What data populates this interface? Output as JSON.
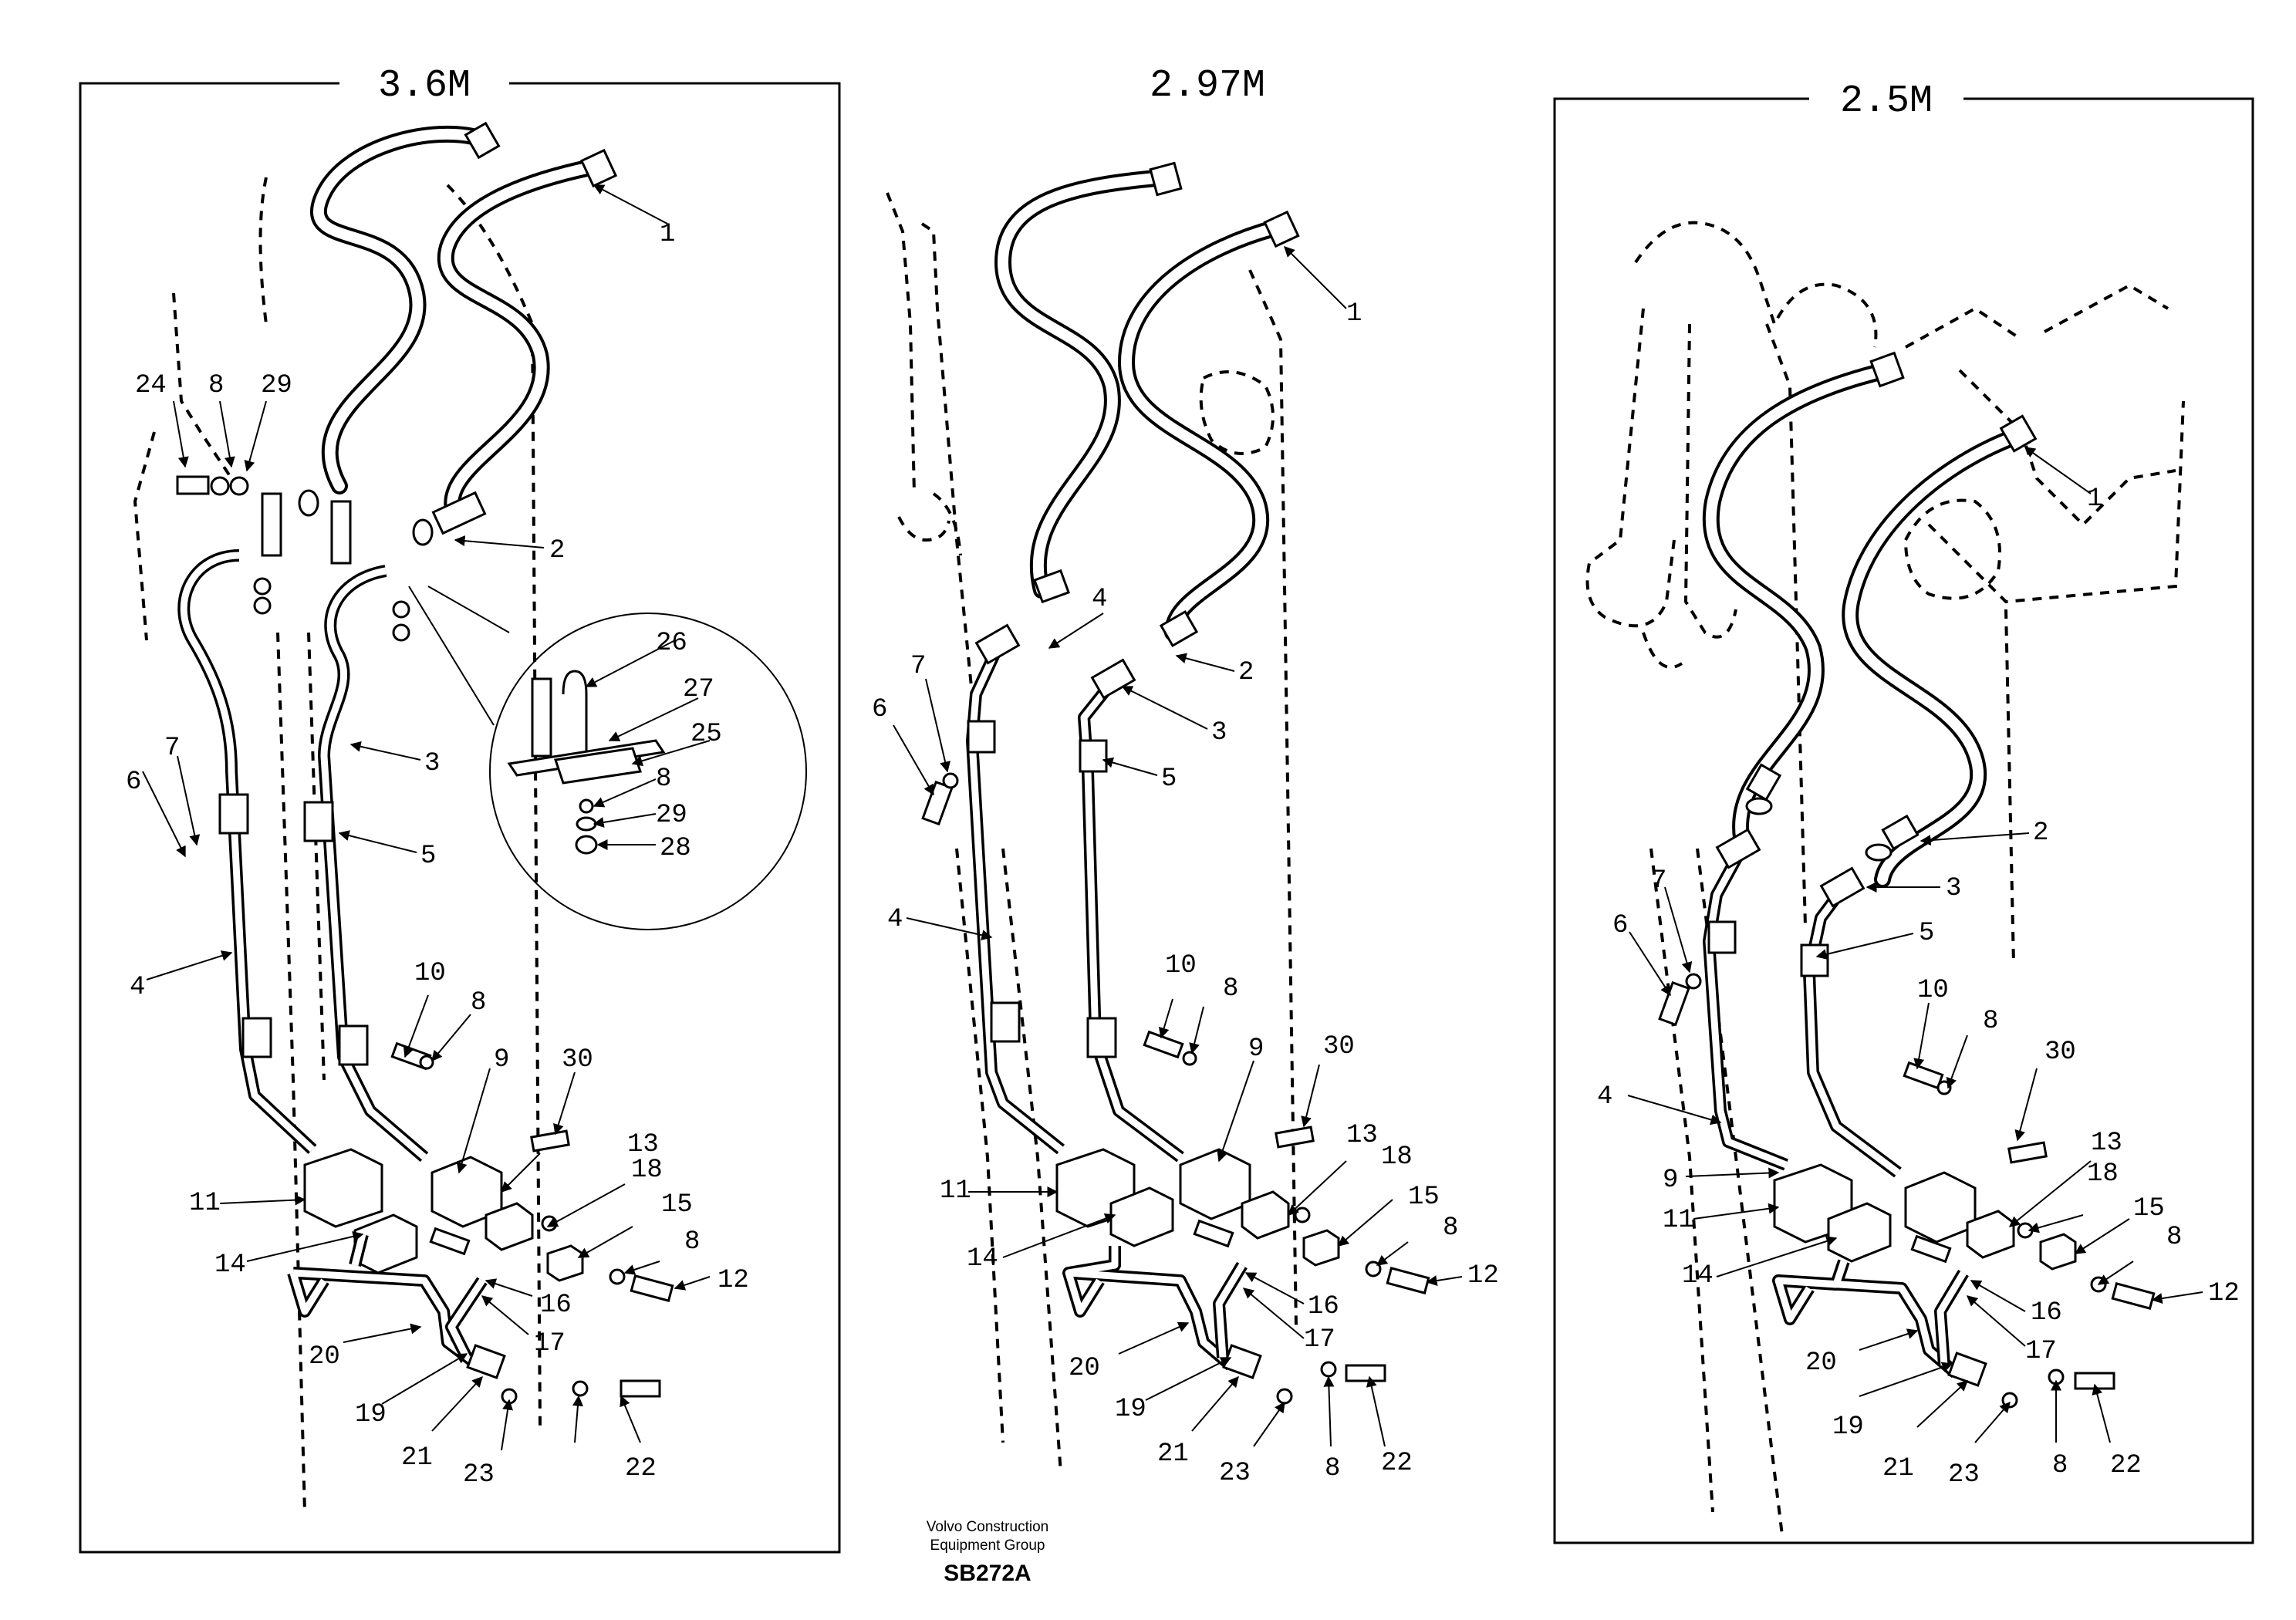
{
  "footer": {
    "company_line1": "Volvo Construction",
    "company_line2": "Equipment Group",
    "drawing_code": "SB272A"
  },
  "panels": [
    {
      "title": "3.6M",
      "callouts": [
        "1",
        "2",
        "3",
        "4",
        "5",
        "6",
        "7",
        "8",
        "8",
        "8",
        "8",
        "9",
        "10",
        "11",
        "12",
        "13",
        "14",
        "15",
        "16",
        "17",
        "18",
        "19",
        "20",
        "21",
        "22",
        "23",
        "24",
        "25",
        "26",
        "27",
        "28",
        "29",
        "29",
        "30"
      ]
    },
    {
      "title": "2.97M",
      "callouts": [
        "1",
        "2",
        "3",
        "4",
        "4",
        "5",
        "6",
        "7",
        "8",
        "8",
        "8",
        "9",
        "10",
        "11",
        "12",
        "13",
        "14",
        "15",
        "16",
        "17",
        "18",
        "19",
        "20",
        "21",
        "22",
        "23",
        "30"
      ]
    },
    {
      "title": "2.5M",
      "callouts": [
        "1",
        "2",
        "3",
        "4",
        "5",
        "6",
        "7",
        "8",
        "8",
        "8",
        "9",
        "10",
        "11",
        "12",
        "13",
        "14",
        "15",
        "16",
        "17",
        "18",
        "19",
        "20",
        "21",
        "22",
        "23",
        "30"
      ]
    }
  ]
}
